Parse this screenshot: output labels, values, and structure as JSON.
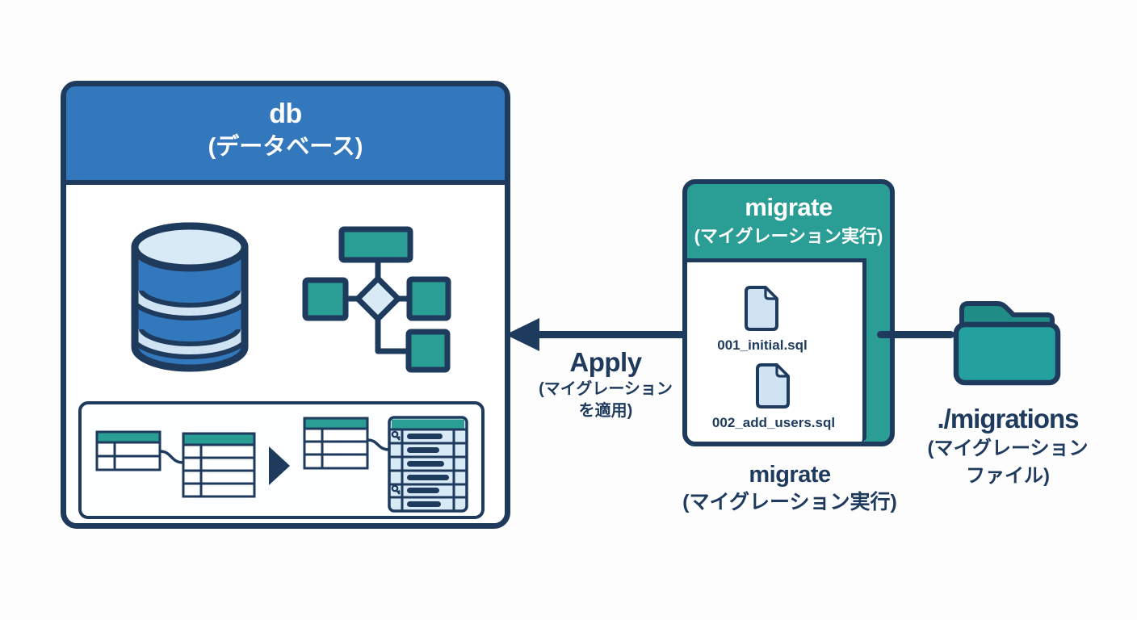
{
  "colors": {
    "navy": "#1e3a5c",
    "blue": "#3378bc",
    "teal": "#2a9d94",
    "folder-teal": "#24a09e",
    "folder-tab-teal": "#1f8c85",
    "light-blue": "#cfe3f2",
    "panel-blue": "#d8eaf5",
    "bg": "#fdfdfd"
  },
  "db_box": {
    "title": "db",
    "subtitle": "(データベース)",
    "icons": [
      "database-cylinder-icon",
      "schema-diagram-icon",
      "tables-before-after-icon"
    ]
  },
  "apply_arrow": {
    "label": "Apply",
    "sublines": [
      "(マイグレーション",
      "を適用)"
    ],
    "direction": "left"
  },
  "migrate_box": {
    "title": "migrate",
    "subtitle": "(マイグレーション実行)",
    "files": [
      {
        "icon": "sql-file-icon",
        "label": "001_initial.sql"
      },
      {
        "icon": "sql-file-icon",
        "label": "002_add_users.sql"
      }
    ],
    "caption": {
      "title": "migrate",
      "subtitle": "(マイグレーション実行)"
    }
  },
  "migrations_folder": {
    "icon": "folder-icon",
    "label": "./migrations",
    "sublines": [
      "(マイグレーション",
      "ファイル)"
    ]
  }
}
